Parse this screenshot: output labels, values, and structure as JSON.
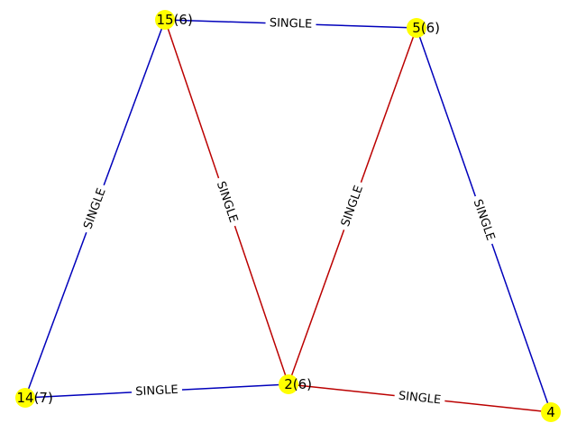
{
  "colors": {
    "node_fill": "#ffff00",
    "edge_blue": "#0000bb",
    "edge_red": "#bb0000"
  },
  "nodes": [
    {
      "id": "15",
      "label": "15",
      "badge": "(6)"
    },
    {
      "id": "5",
      "label": "5",
      "badge": "(6)"
    },
    {
      "id": "14",
      "label": "14",
      "badge": "(7)"
    },
    {
      "id": "2",
      "label": "2",
      "badge": "(6)"
    },
    {
      "id": "4",
      "label": "4",
      "badge": ""
    }
  ],
  "edges": [
    {
      "source": "15",
      "target": "5",
      "label": "SINGLE",
      "color": "blue"
    },
    {
      "source": "15",
      "target": "14",
      "label": "SINGLE",
      "color": "blue"
    },
    {
      "source": "15",
      "target": "2",
      "label": "SINGLE",
      "color": "red"
    },
    {
      "source": "5",
      "target": "2",
      "label": "SINGLE",
      "color": "red"
    },
    {
      "source": "5",
      "target": "4",
      "label": "SINGLE",
      "color": "blue"
    },
    {
      "source": "14",
      "target": "2",
      "label": "SINGLE",
      "color": "blue"
    },
    {
      "source": "2",
      "target": "4",
      "label": "SINGLE",
      "color": "red"
    }
  ]
}
